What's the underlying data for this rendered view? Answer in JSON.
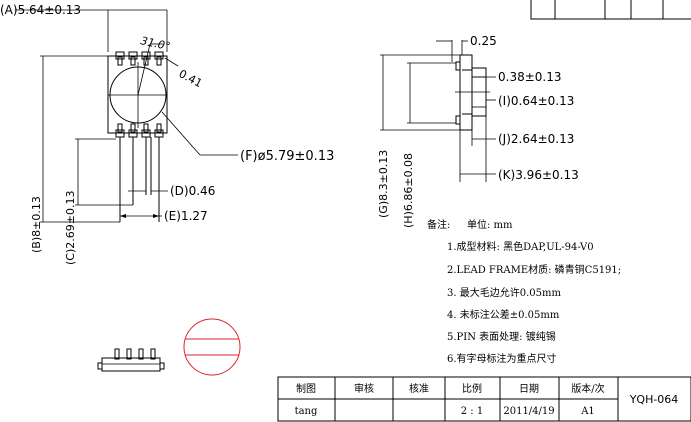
{
  "dimensions": {
    "a": "(A)5.64±0.13",
    "angle": "31.0°",
    "r041": "0.41",
    "f": "(F)ø5.79±0.13",
    "d": "(D)0.46",
    "e": "(E)1.27",
    "b": "(B)8±0.13",
    "c": "(C)2.69±0.13",
    "g": "(G)8.3±0.13",
    "h": "(H)6.86±0.08",
    "t025": "0.25",
    "t038": "0.38±0.13",
    "i": "(I)0.64±0.13",
    "j": "(J)2.64±0.13",
    "k": "(K)3.96±0.13"
  },
  "notes": {
    "header": "备注:",
    "unit": "单位: mm",
    "items": [
      "1.成型材料: 黑色DAP,UL-94-V0",
      "2.LEAD FRAME材质: 磷青铜C5191;",
      "3. 最大毛边允许0.05mm",
      "4. 未标注公差±0.05mm",
      "5.PIN 表面处理: 镀纯锡",
      "6.有字母标注为重点尺寸"
    ]
  },
  "title_block": {
    "headers": [
      "制图",
      "审核",
      "核准",
      "比例",
      "日期",
      "版本/次"
    ],
    "values": [
      "tang",
      "",
      "",
      "2 : 1",
      "2011/4/19",
      "A1"
    ],
    "part_no": "YQH-064"
  },
  "colors": {
    "line": "#000000",
    "stamp": "#d9262c"
  }
}
